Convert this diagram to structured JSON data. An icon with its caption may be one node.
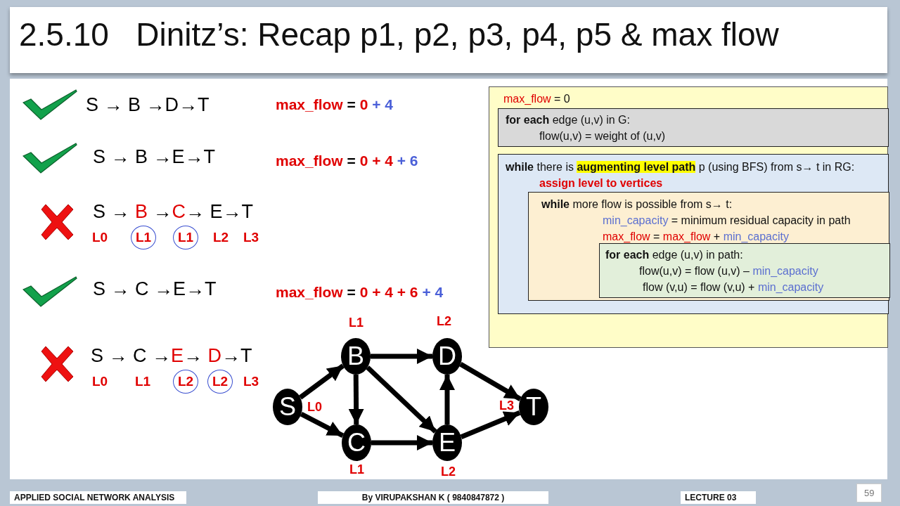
{
  "diagram": {
    "title": "2.5.10   Dinitz’s: Recap p1, p2, p3, p4, p5 & max flow",
    "nodes": [
      {
        "text": [
          "max_flow = 0"
        ]
      },
      {
        "text": [
          "**for each** edge (u,v) in G:",
          "flow(u,v) = weight of (u,v)"
        ],
        "in": 0
      },
      {
        "text": [
          "**while** there is **augmenting level path** p (using BFS) from  s→  t in RG:",
          "assign level to vertices"
        ],
        "in": 0
      },
      {
        "text": [
          "**while** more flow is possible from s→ t:",
          "min_capacity = minimum residual capacity in path",
          "max_flow = max_flow  + min_capacity"
        ],
        "in": 2
      },
      {
        "text": [
          "**for each** edge (u,v) in path:",
          "flow(u,v) = flow (u,v) – min_capacity",
          "flow (v,u) = flow (v,u) + min_capacity"
        ],
        "in": 3
      },
      {
        "text": [
          "S"
        ],
        "beside": [
          "L0"
        ]
      },
      {
        "text": [
          "B"
        ],
        "beside": [
          "L1"
        ]
      },
      {
        "text": [
          "C"
        ],
        "beside": [
          "L1"
        ]
      },
      {
        "text": [
          "D"
        ],
        "beside": [
          "L2"
        ]
      },
      {
        "text": [
          "E"
        ],
        "beside": [
          "L2"
        ]
      },
      {
        "text": [
          "T"
        ],
        "beside": [
          "L3"
        ]
      }
    ],
    "edges": [
      {
        "from": 5,
        "to": 6,
        "arrow": "to"
      },
      {
        "from": 5,
        "to": 7,
        "arrow": "to"
      },
      {
        "from": 6,
        "to": 8,
        "arrow": "to"
      },
      {
        "from": 6,
        "to": 7,
        "arrow": "to"
      },
      {
        "from": 6,
        "to": 9,
        "arrow": "to"
      },
      {
        "from": 7,
        "to": 9,
        "arrow": "to"
      },
      {
        "from": 9,
        "to": 8,
        "arrow": "to"
      },
      {
        "from": 8,
        "to": 10,
        "arrow": "to"
      },
      {
        "from": 9,
        "to": 10,
        "arrow": "to"
      }
    ],
    "labels": [
      "S → B →D→T",
      "max_flow = 0 + 4",
      "S → B →E→T",
      "max_flow = 0 + 4 + 6",
      "S → B →C→ E→T",
      "L0",
      "L1",
      "L1",
      "L2",
      "L3",
      "S → C →E→T",
      "max_flow = 0 + 4 + 6 + 4",
      "S → C →E→ D→T",
      "L0",
      "L1",
      "L2",
      "L2",
      "L3",
      "APPLIED SOCIAL NETWORK ANALYSIS",
      "By VIRUPAKSHAN K ( 9840847872 )",
      "LECTURE 03",
      "59"
    ]
  }
}
